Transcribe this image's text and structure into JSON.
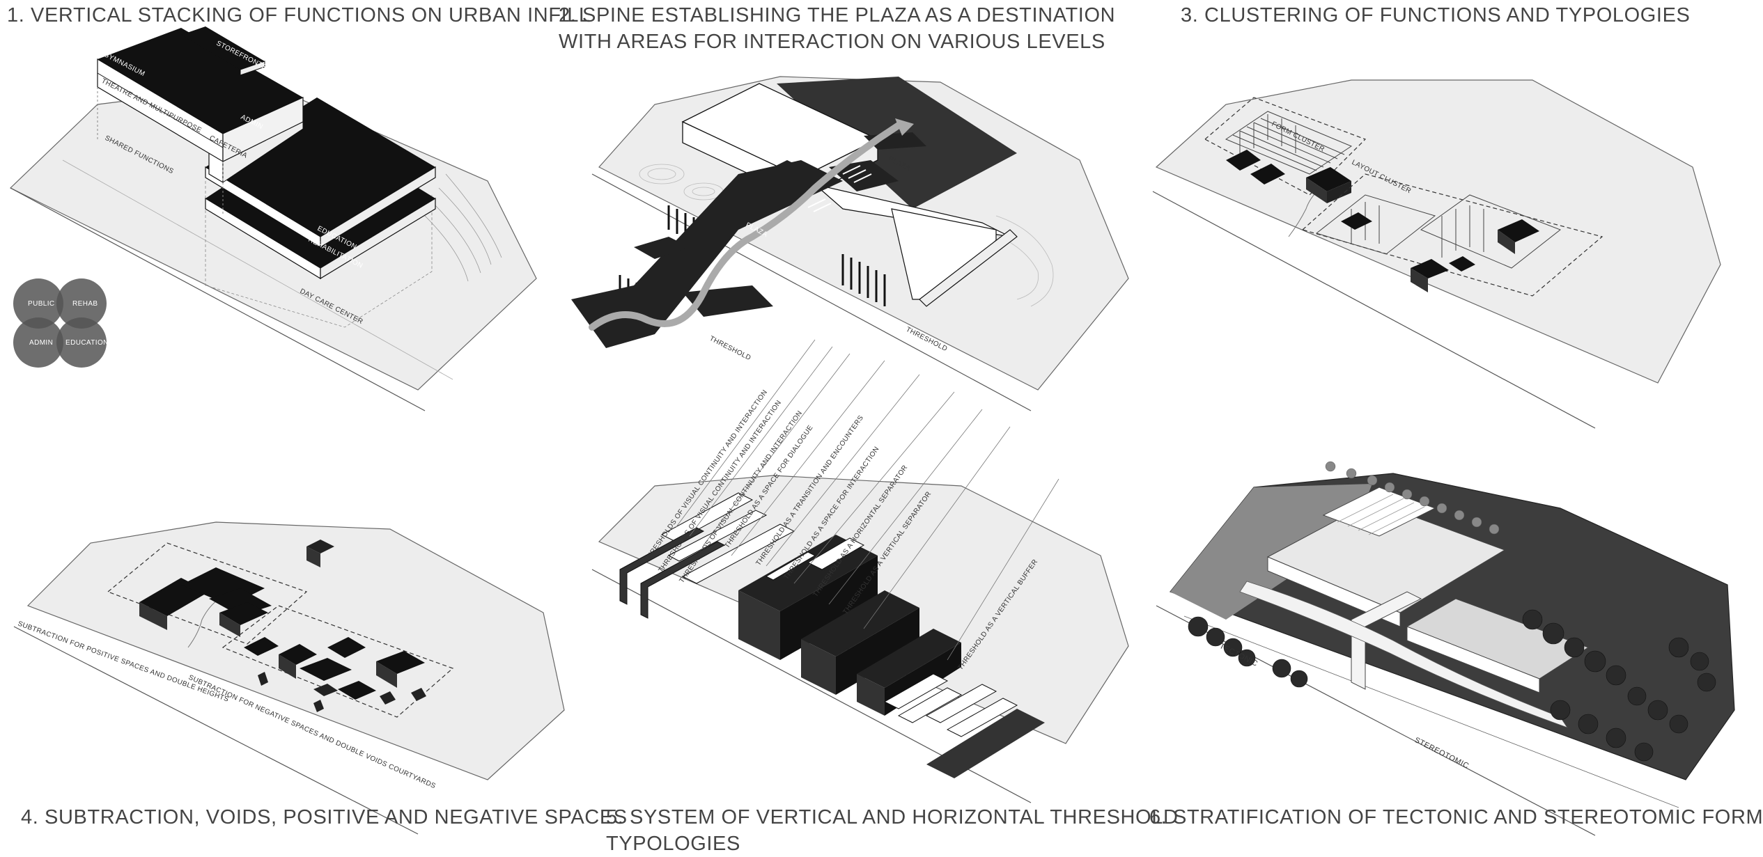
{
  "panels": [
    {
      "id": 1,
      "title": "1. VERTICAL STACKING OF FUNCTIONS ON URBAN INFILL",
      "labels": {
        "storefronts": "STOREFRONTS",
        "gymnasium": "GYMNASIUM",
        "theatre": "THEATRE AND MULTIPURPOSE",
        "admin": "ADMIN",
        "cafeteria": "CAFETERIA",
        "shared": "SHARED FUNCTIONS",
        "education": "EDUCATION",
        "rehabilitation": "REHABILITATION",
        "daycare": "DAY CARE CENTER"
      },
      "venn": [
        "PUBLIC",
        "REHAB",
        "ADMIN",
        "EDUCATION"
      ]
    },
    {
      "id": 2,
      "title_lines": [
        "2. SPINE ESTABLISHING THE PLAZA AS A DESTINATION",
        "WITH AREAS FOR INTERACTION ON VARIOUS LEVELS"
      ],
      "labels": {
        "plaza_top": "PLAZA",
        "plaza_mid": "PLAZA",
        "threshold_a": "THRESHOLD",
        "threshold_b": "THRESHOLD"
      }
    },
    {
      "id": 3,
      "title": "3. CLUSTERING OF FUNCTIONS AND TYPOLOGIES",
      "labels": {
        "form_cluster": "FORM CLUSTER",
        "layout_cluster": "LAYOUT CLUSTER"
      }
    },
    {
      "id": 4,
      "title": "4. SUBTRACTION, VOIDS, POSITIVE AND NEGATIVE SPACES",
      "labels": {
        "positive": "SUBTRACTION FOR POSITIVE SPACES AND DOUBLE HEIGHTS",
        "negative": "SUBTRACTION FOR NEGATIVE SPACES AND DOUBLE VOIDS COURTYARDS"
      }
    },
    {
      "id": 5,
      "title_lines": [
        "5. SYSTEM OF VERTICAL AND HORIZONTAL THRESHOLD",
        "TYPOLOGIES"
      ],
      "labels": [
        "THRESHOLDS OF VISUAL CONTINUITY AND INTERACTION",
        "THRESHOLDS OF VISUAL CONTINUITY AND INTERACTION",
        "THRESHOLDS OF VISUAL CONTINUITY AND INTERACTION",
        "THRESHOLD AS A SPACE FOR DIALOGUE",
        "THRESHOLD AS A TRANSITION AND ENCOUNTERS",
        "THRESHOLD AS A SPACE FOR INTERACTION",
        "THRESHOLD AS A HORIZONTAL SEPARATOR",
        "THRESHOLD AS A VERTICAL SEPARATOR",
        "THRESHOLD AS A VERTICAL BUFFER"
      ]
    },
    {
      "id": 6,
      "title": "6. STRATIFICATION OF TECTONIC AND STEREOTOMIC FORM",
      "labels": {
        "tectonic": "TECTONIC",
        "stereotomic": "STEREOTOMIC"
      }
    }
  ],
  "colors": {
    "ink": "#111111",
    "site": "#eeeeee",
    "line": "#555555",
    "venn": "#555555",
    "ground_dark": "#3d3d3d",
    "tree": "#2a2a2a"
  }
}
